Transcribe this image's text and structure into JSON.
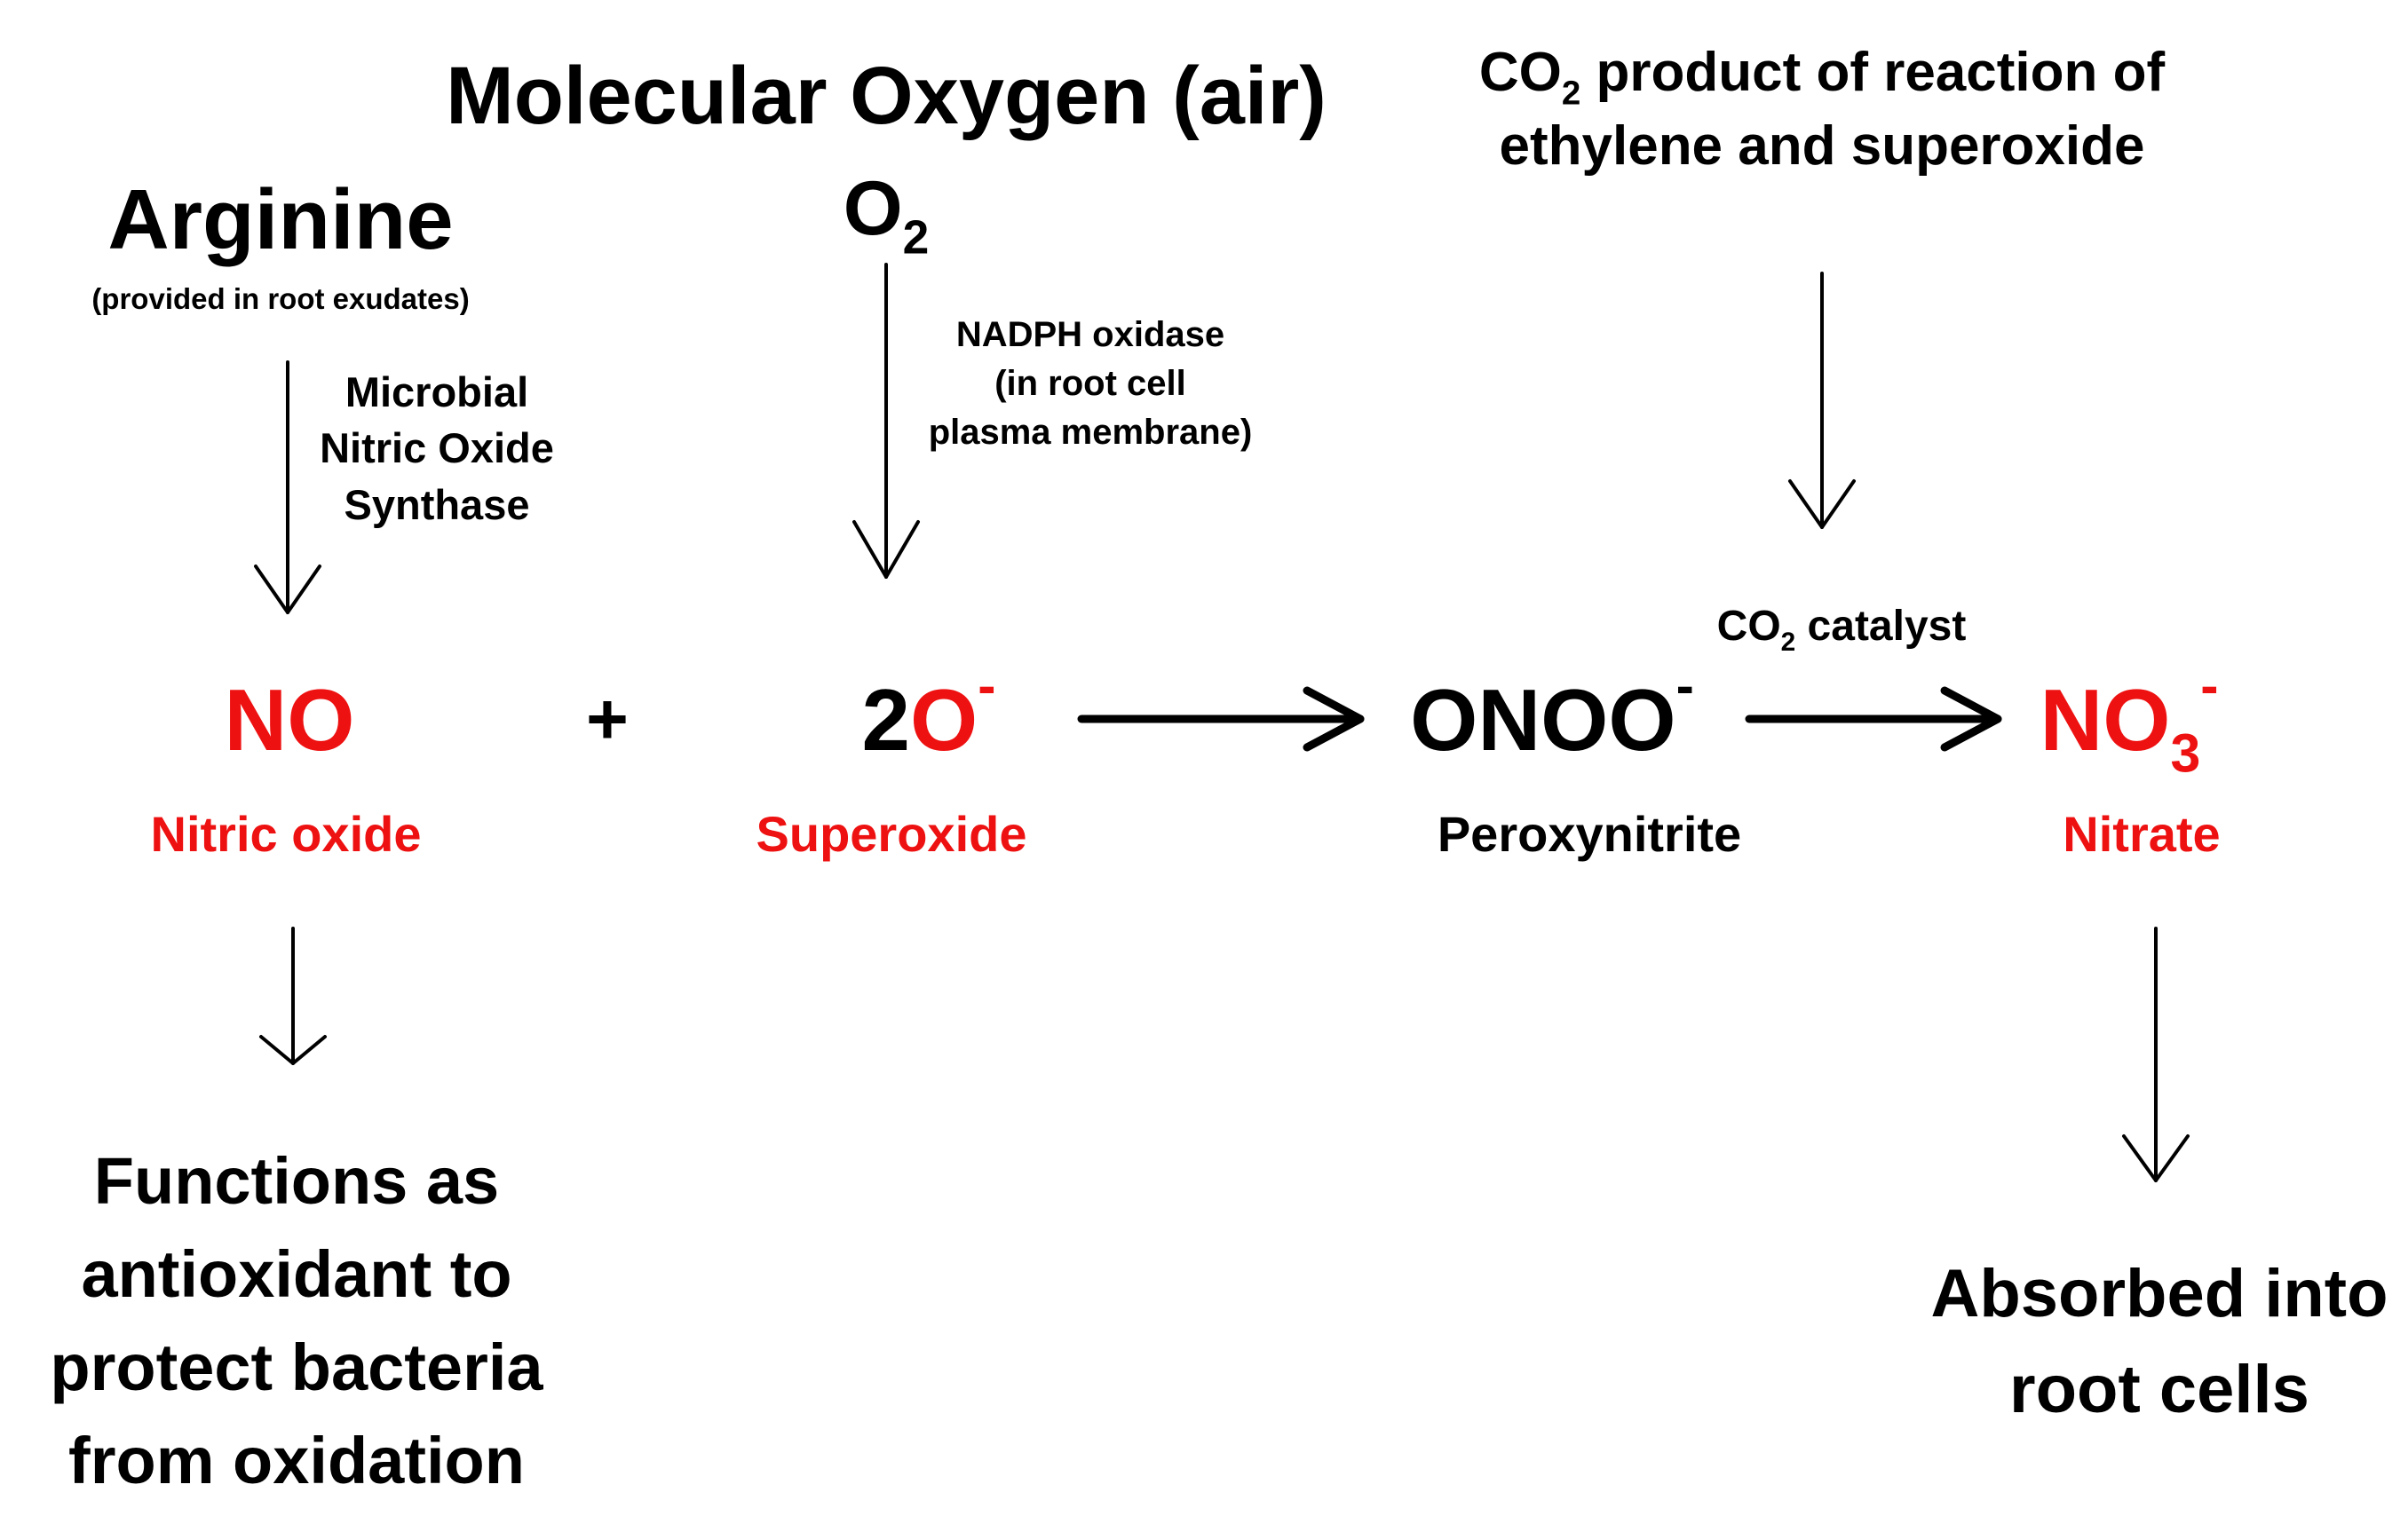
{
  "header": {
    "title": "Molecular Oxygen (air)",
    "co2_source": {
      "prefix": "CO",
      "subscript": "2",
      "line1_rest": " product of reaction of",
      "line2": "ethylene and superoxide"
    }
  },
  "inputs": {
    "arginine": {
      "label": "Arginine",
      "note": "(provided in root exudates)"
    },
    "oxygen": {
      "symbol": "O",
      "subscript": "2"
    }
  },
  "enzymes": {
    "microbial_nos": [
      "Microbial",
      "Nitric Oxide",
      "Synthase"
    ],
    "nadph_oxidase": [
      "NADPH oxidase",
      "(in root cell",
      "plasma membrane)"
    ],
    "co2_catalyst": {
      "prefix": "CO",
      "subscript": "2",
      "rest": " catalyst"
    }
  },
  "species": {
    "nitric_oxide": {
      "formula": "NO",
      "name": "Nitric oxide"
    },
    "plus": "+",
    "superoxide": {
      "coefficient": "2",
      "formula": "O",
      "charge": "-",
      "name": "Superoxide"
    },
    "peroxynitrite": {
      "formula": "ONOO",
      "charge": "-",
      "name": "Peroxynitrite"
    },
    "nitrate": {
      "formula": "NO",
      "subscript": "3",
      "charge": "-",
      "name": "Nitrate"
    }
  },
  "outcomes": {
    "nitric_oxide": [
      "Functions as",
      "antioxidant to",
      "protect bacteria",
      "from oxidation"
    ],
    "nitrate": [
      "Absorbed into",
      "root cells"
    ]
  },
  "colors": {
    "highlight": "#ee1111",
    "text": "#000000",
    "background": "#ffffff"
  }
}
